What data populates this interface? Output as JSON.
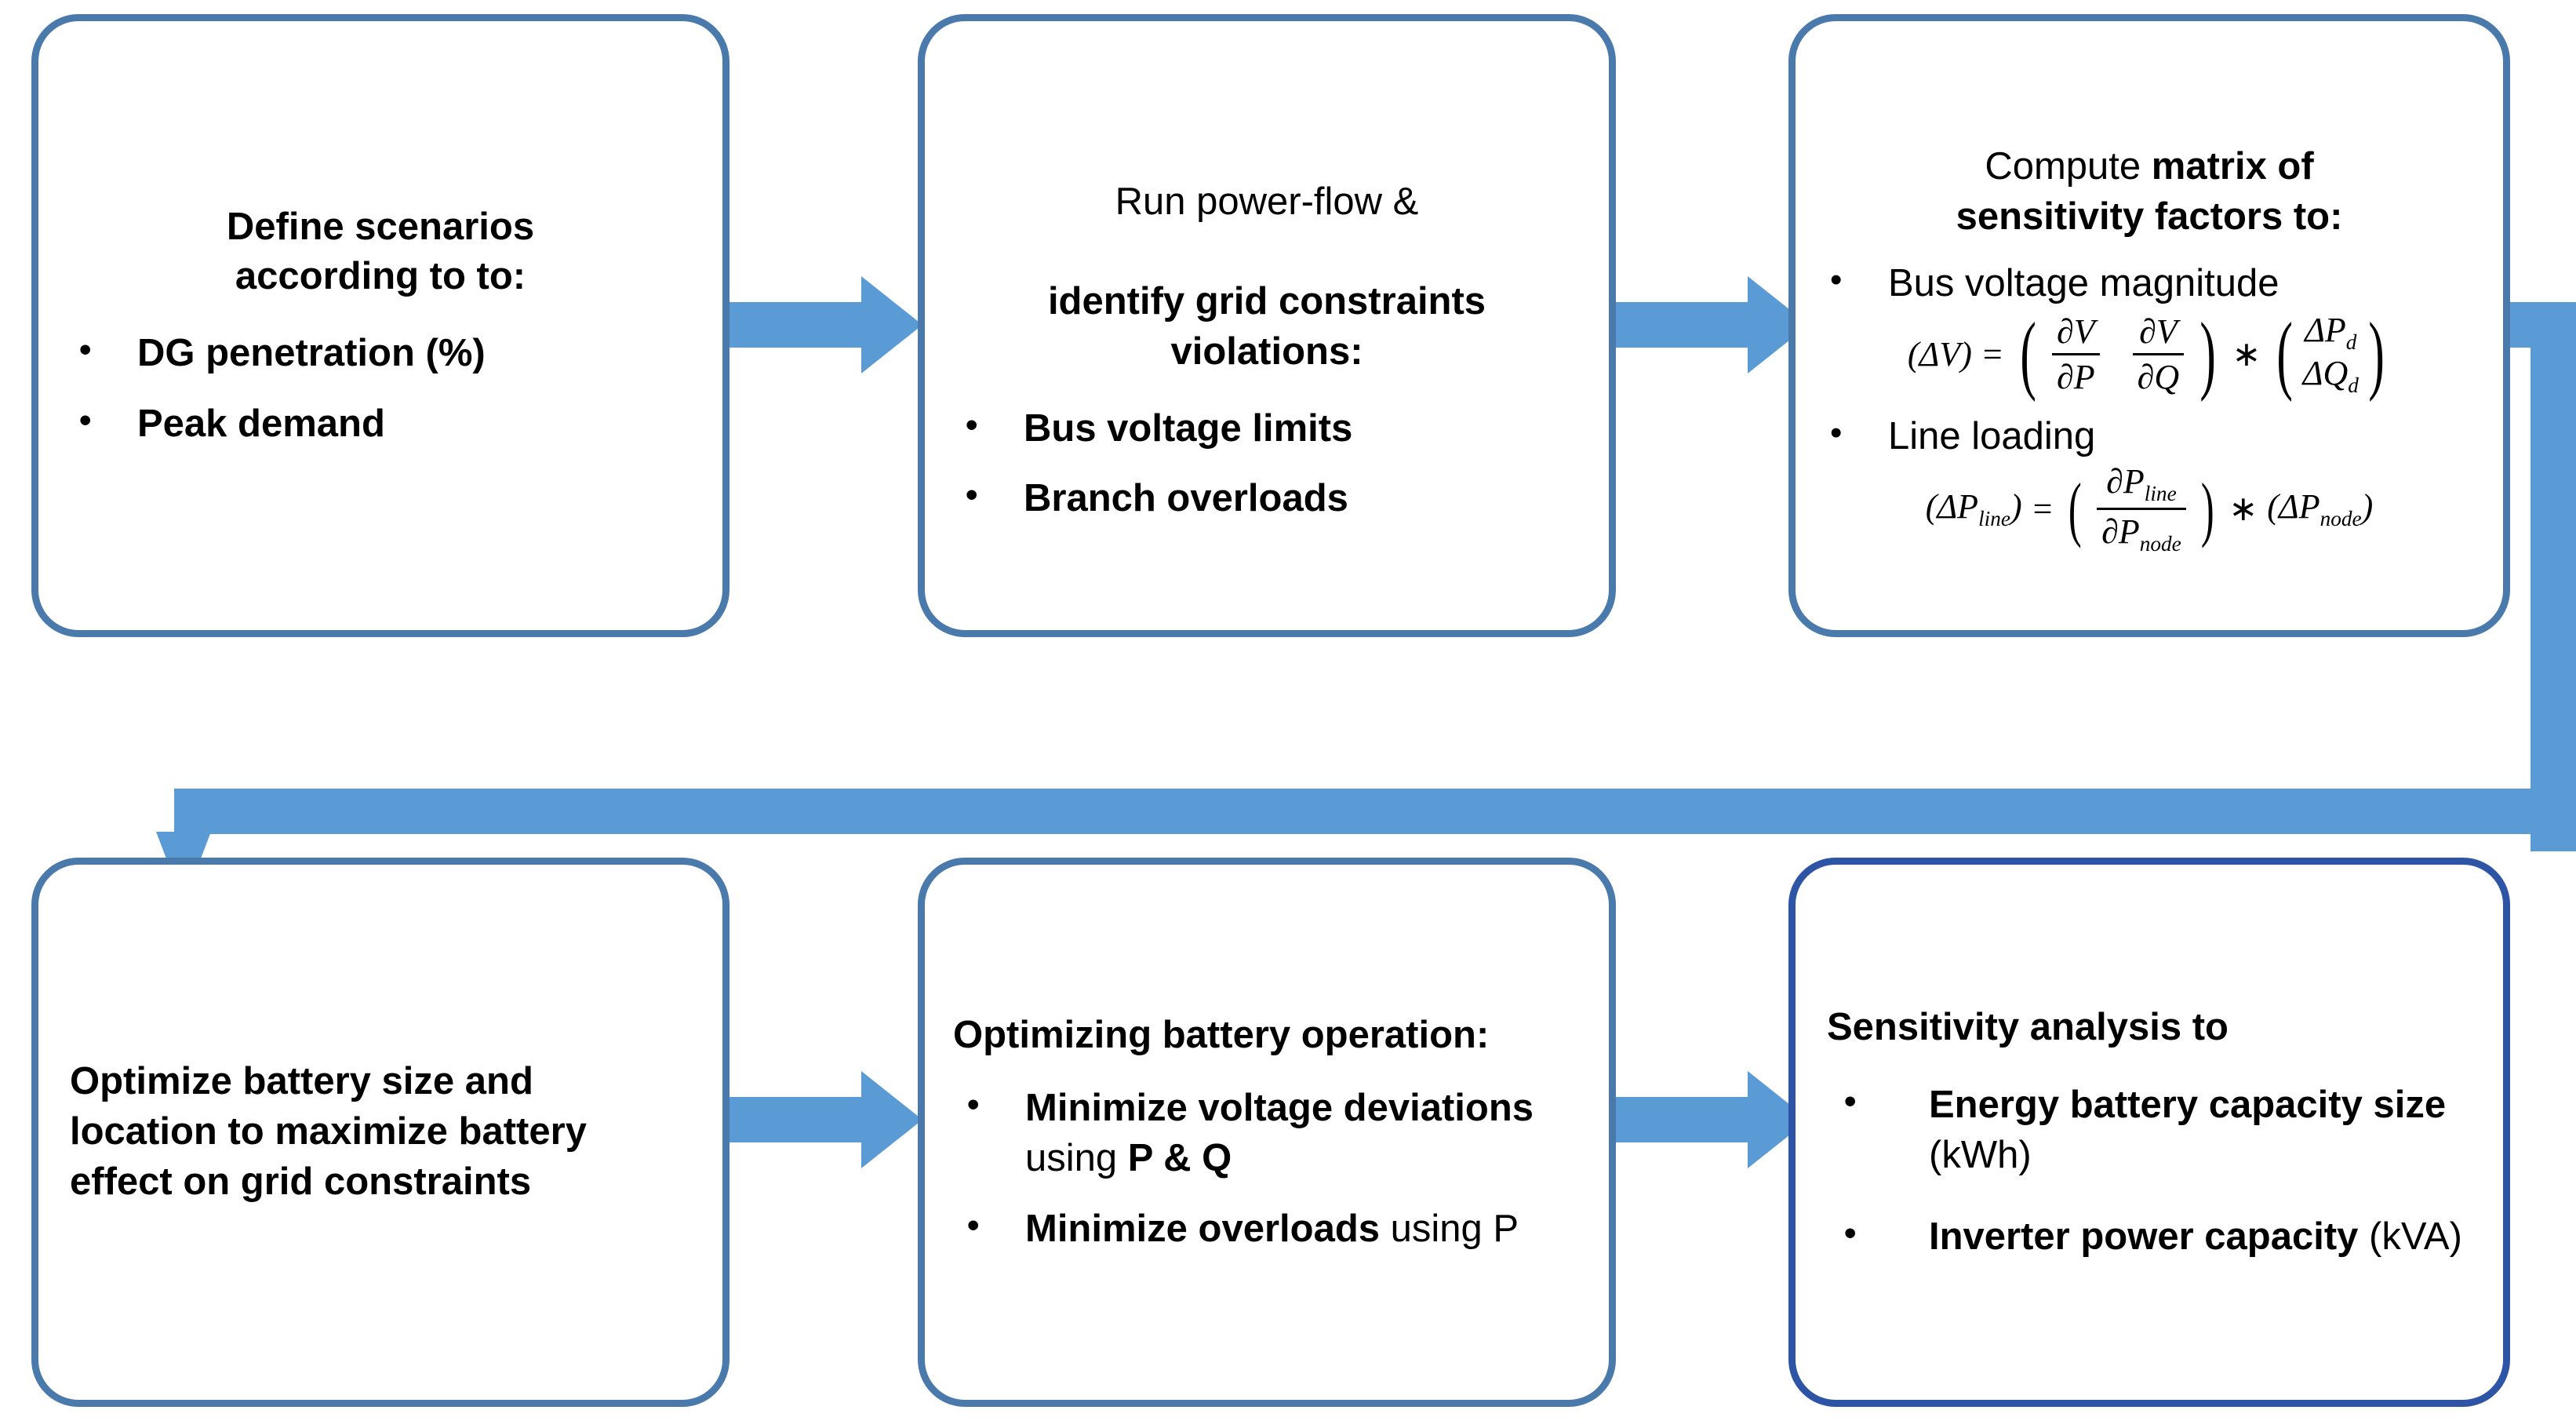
{
  "diagram": {
    "title": "Battery sizing and placement methodology flowchart",
    "colors": {
      "box_border": "#4a7aab",
      "box_border_accent": "#2e55a5",
      "arrow": "#5b9bd5",
      "background": "#ffffff",
      "text": "#000000"
    }
  },
  "nodes": [
    {
      "id": "define-scenarios",
      "title_regular": "",
      "title_bold": "Define scenarios\naccording to to:",
      "bullets": [
        "DG penetration (%)",
        "Peak demand"
      ]
    },
    {
      "id": "run-power-flow",
      "title_regular": "Run power-flow &",
      "title_bold": "identify grid constraints\nviolations:",
      "bullets": [
        "Bus voltage limits",
        "Branch overloads"
      ]
    },
    {
      "id": "compute-sensitivity",
      "title_regular": "Compute ",
      "title_bold": "matrix of\nsensitivity factors to:",
      "bullets": [
        "Bus voltage magnitude",
        "Line loading"
      ],
      "formulas": [
        {
          "id": "voltage-sensitivity",
          "lhs": "(ΔV)",
          "eq": "=",
          "matrix": [
            [
              "∂V",
              "∂P"
            ],
            [
              "∂V",
              "∂Q"
            ]
          ],
          "op": "*",
          "vector": [
            "ΔP",
            "d",
            "ΔQ",
            "d"
          ],
          "plain": "(ΔV) = (∂V/∂P  ∂V/∂Q) * (ΔP_d ; ΔQ_d)"
        },
        {
          "id": "line-loading-sensitivity",
          "lhs": "(ΔP_line)",
          "eq": "=",
          "numerator": "∂P_line",
          "denominator": "∂P_node",
          "op": "*",
          "rhs": "(ΔP_node)",
          "plain": "(ΔP_line) = (∂P_line/∂P_node) * (ΔP_node)"
        }
      ]
    },
    {
      "id": "optimize-battery-size",
      "title_regular": "",
      "title_bold": "Optimize battery size and location to maximize battery effect on grid constraints",
      "bullets": []
    },
    {
      "id": "optimize-battery-operation",
      "title_regular": "",
      "title_bold": "Optimizing battery operation:",
      "bullets": [
        {
          "bold_a": "Minimize voltage deviations",
          "reg": " using ",
          "bold_b": "P & Q"
        },
        {
          "bold_a": "Minimize overloads",
          "reg": " using P",
          "bold_b": ""
        }
      ]
    },
    {
      "id": "sensitivity-analysis",
      "title_regular": "",
      "title_bold": "Sensitivity analysis to",
      "bullets": [
        {
          "bold_a": "Energy battery capacity size",
          "reg": " (kWh)",
          "bold_b": ""
        },
        {
          "bold_a": "Inverter power capacity",
          "reg": " (kVA)",
          "bold_b": ""
        }
      ]
    }
  ],
  "connectors": [
    {
      "id": "arrow-1-to-2",
      "from": "define-scenarios",
      "to": "run-power-flow",
      "kind": "arrow-right"
    },
    {
      "id": "arrow-2-to-3",
      "from": "run-power-flow",
      "to": "compute-sensitivity",
      "kind": "arrow-right"
    },
    {
      "id": "connector-3-to-4",
      "from": "compute-sensitivity",
      "to": "optimize-battery-size",
      "kind": "elbow-down-left"
    },
    {
      "id": "arrow-4-to-5",
      "from": "optimize-battery-size",
      "to": "optimize-battery-operation",
      "kind": "arrow-right"
    },
    {
      "id": "arrow-5-to-6",
      "from": "optimize-battery-operation",
      "to": "sensitivity-analysis",
      "kind": "arrow-right"
    }
  ],
  "labels": {
    "bullet_glyph": "•"
  }
}
